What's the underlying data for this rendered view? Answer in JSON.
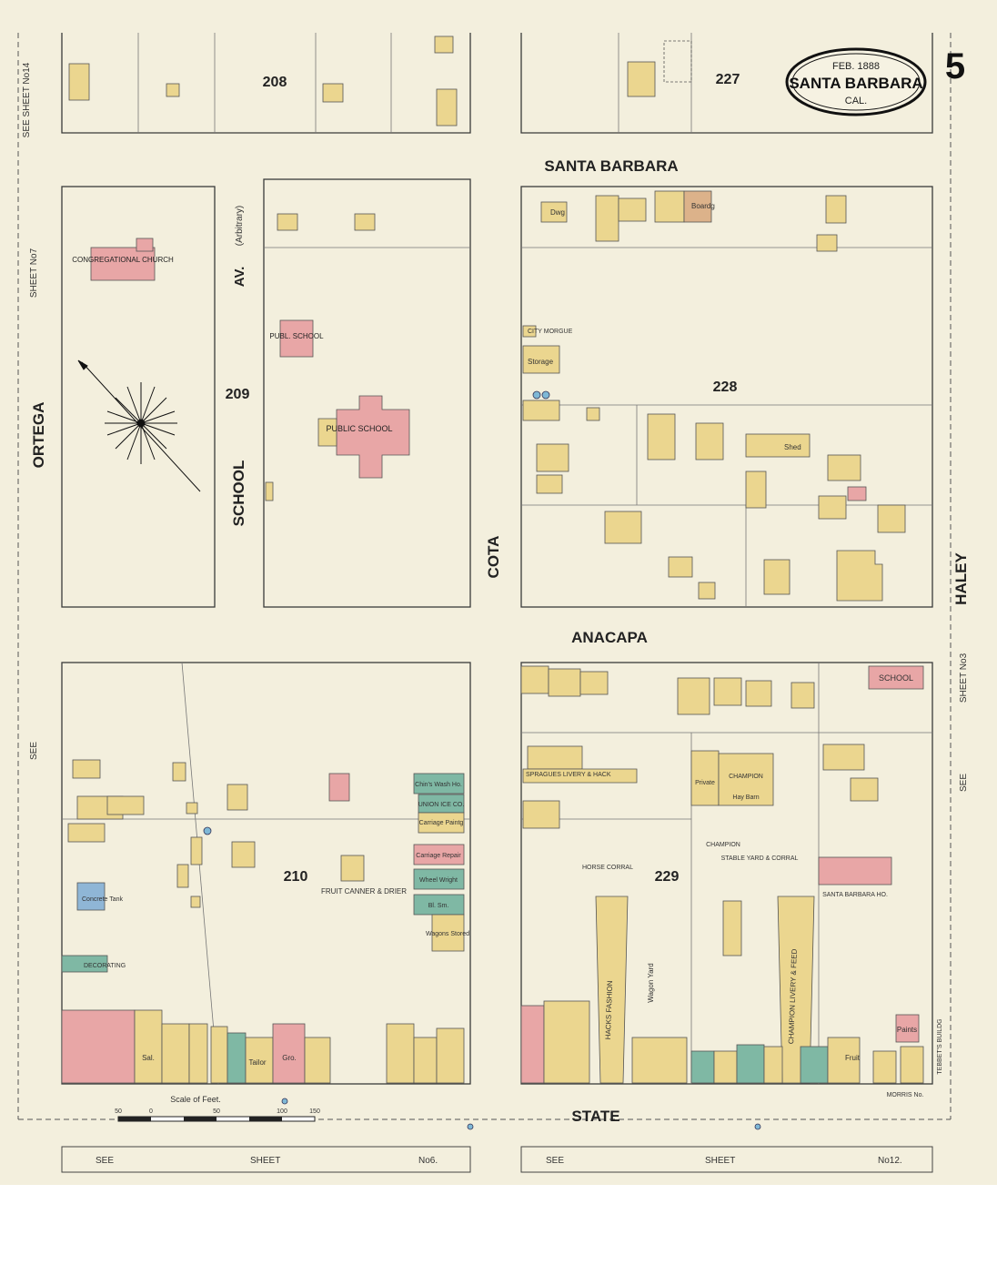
{
  "header": {
    "cartouche_date": "FEB. 1888",
    "cartouche_city": "SANTA BARBARA",
    "cartouche_state": "CAL.",
    "sheet_number": "5"
  },
  "streets": {
    "santa_barbara": "SANTA BARBARA",
    "anacapa": "ANACAPA",
    "state": "STATE",
    "ortega": "ORTEGA",
    "school_av": "SCHOOL",
    "av_label": "AV.",
    "arbitrary": "(Arbitrary)",
    "cota": "COTA",
    "haley": "HALEY"
  },
  "blocks": {
    "b208": "208",
    "b209": "209",
    "b210": "210",
    "b227": "227",
    "b228": "228",
    "b229": "229"
  },
  "margin_notes": {
    "see_sheet_14": "SEE SHEET No14",
    "sheet_7": "SHEET No7",
    "see_left": "SEE",
    "sheet_3": "SHEET No3",
    "see_right": "SEE",
    "bottom_left": [
      "SEE",
      "SHEET",
      "No6."
    ],
    "bottom_right": [
      "SEE",
      "SHEET",
      "No12."
    ]
  },
  "labels": {
    "congregational_church": "CONGREGATIONAL CHURCH",
    "publ_school": "PUBL. SCHOOL",
    "public_school": "PUBLIC SCHOOL",
    "city_morgue": "CITY MORGUE",
    "storage": "Storage",
    "boardg": "Boardg",
    "dwg": "Dwg",
    "shed": "Shed",
    "school": "SCHOOL",
    "spragues_livery": "SPRAGUES LIVERY & HACK",
    "champion_1": "CHAMPION",
    "champion_2": "CHAMPION",
    "private": "Private",
    "hay_barn": "Hay Barn",
    "santa_barbara_ho": "SANTA BARBARA HO.",
    "hacks_fashion": "HACKS FASHION",
    "champion_livery": "CHAMPION LIVERY & FEED",
    "wagon_yard": "Wagon Yard",
    "horse_corral": "HORSE CORRAL",
    "stable_yard": "STABLE YARD & CORRAL",
    "chinese_wash": "Chin's Wash Ho.",
    "union_ice": "UNION ICE CO.",
    "carriage_paintg": "Carriage Paintg",
    "carriage_repair": "Carriage Repair",
    "wheel_wright": "Wheel Wright",
    "bl_sm": "Bl. Sm.",
    "wagons_stored": "Wagons Stored",
    "fruit_canner": "FRUIT CANNER & DRIER",
    "tailor": "Tailor",
    "gro": "Gro.",
    "sal": "Sal.",
    "paints": "Paints",
    "fruit": "Fruit",
    "morris_no": "MORRIS No.",
    "tebbets_bldg": "TEBBET'S BUILDG",
    "decorating": "DECORATING",
    "concrete_tank": "Concrete Tank"
  },
  "scale": {
    "label": "Scale of Feet.",
    "ticks": [
      "50",
      "0",
      "50",
      "100",
      "150"
    ]
  },
  "colors": {
    "paper": "#f3efdd",
    "frame": "#f4f0e6",
    "wood_yellow": "#ebd68f",
    "brick_pink": "#e8a6a6",
    "stone_blue": "#8fb6d6",
    "adobe_green": "#7fb8a4",
    "ink": "#2b2b2b"
  }
}
